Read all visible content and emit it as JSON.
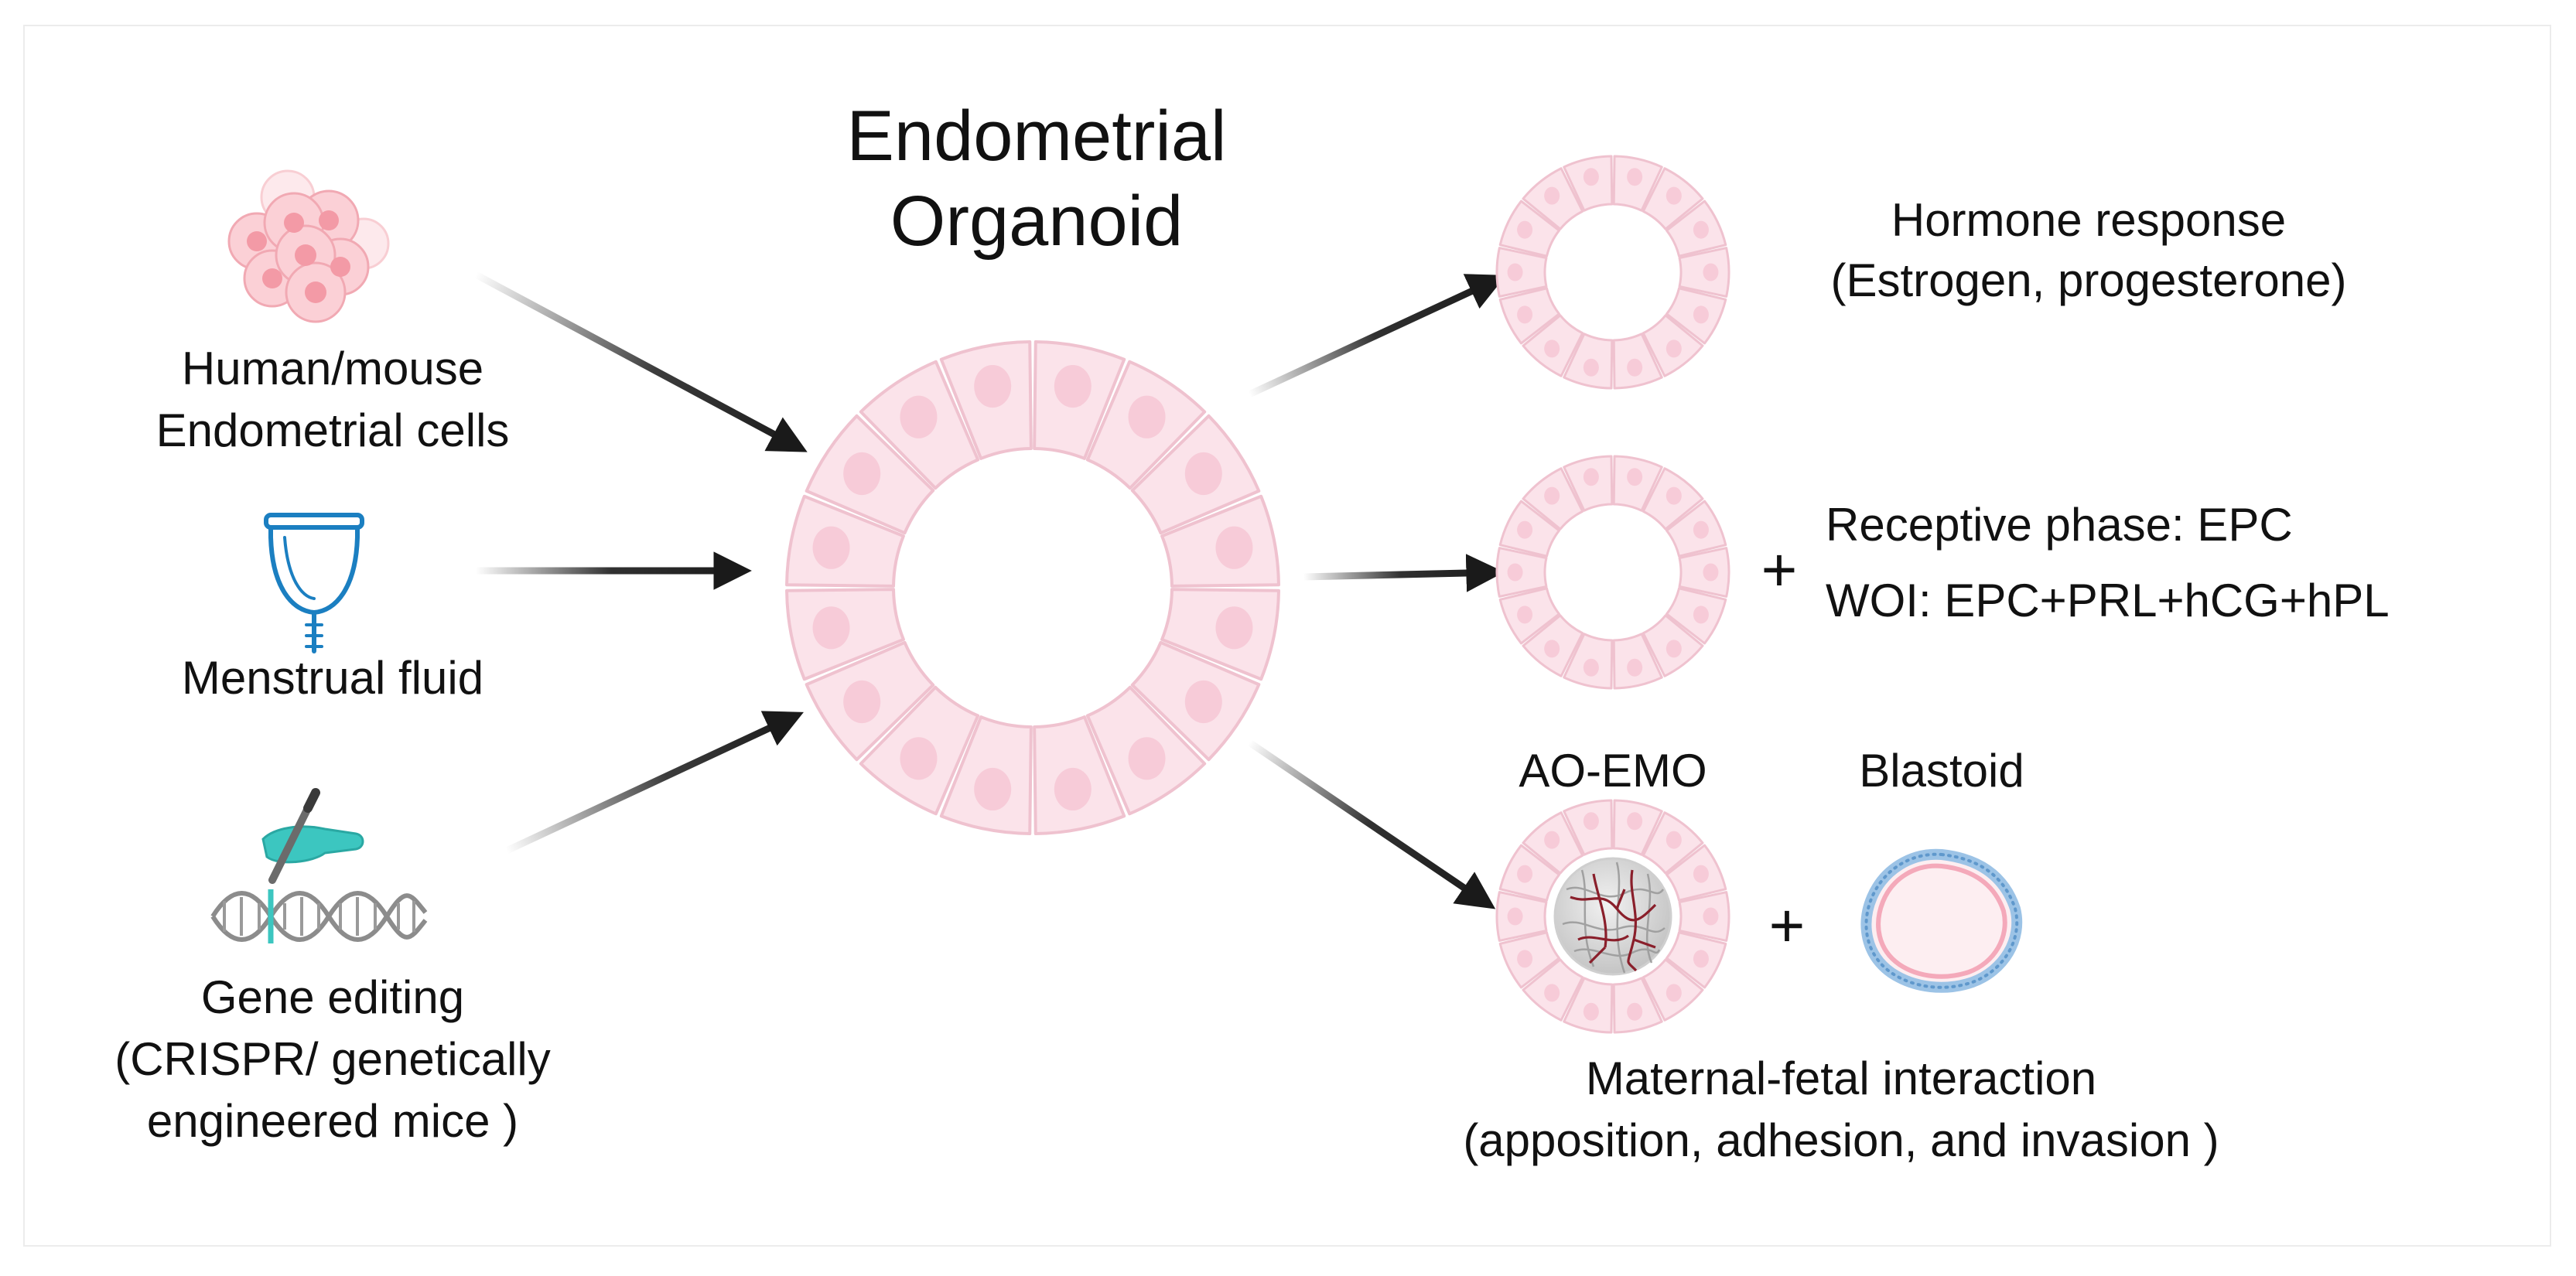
{
  "title_line1": "Endometrial",
  "title_line2": "Organoid",
  "sources": {
    "cells_line1": "Human/mouse",
    "cells_line2": "Endometrial cells",
    "fluid": "Menstrual fluid",
    "gene_line1": "Gene editing",
    "gene_line2": "(CRISPR/ genetically",
    "gene_line3": "engineered mice )"
  },
  "outputs": {
    "hormone_line1": "Hormone response",
    "hormone_line2": "(Estrogen, progesterone)",
    "receptive_line1": "Receptive phase: EPC",
    "receptive_line2": "WOI: EPC+PRL+hCG+hPL",
    "plus": "+",
    "ao_emo": "AO-EMO",
    "blastoid": "Blastoid",
    "maternal_line1": "Maternal-fetal interaction",
    "maternal_line2": "(apposition, adhesion, and invasion )"
  },
  "colors": {
    "cell_fill": "#fbe3ea",
    "cell_stroke": "#efc2cf",
    "nucleus": "#f6c3d1",
    "arrow": "#1a1a1a",
    "cup_blue": "#1b7fc1",
    "glove_teal": "#3cc6c0",
    "blastoid_blue": "#9cc3e6",
    "blastoid_pink": "#f7b9c8"
  }
}
